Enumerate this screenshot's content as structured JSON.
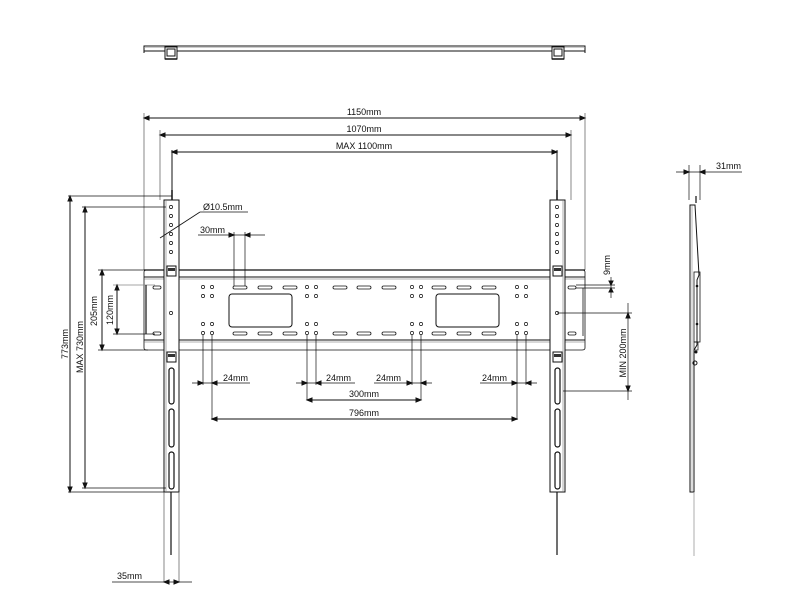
{
  "diagram": {
    "type": "technical-drawing",
    "subject": "TV wall mount bracket",
    "colors": {
      "line": "#111111",
      "light_line": "#9a9a9a",
      "background": "#ffffff"
    }
  },
  "views": {
    "top": {
      "label": "top-view"
    },
    "front": {
      "label": "front-view"
    },
    "side": {
      "label": "side-view"
    }
  },
  "dimensions": {
    "overall_width": "1150mm",
    "arm_spacing": "1070mm",
    "max_width": "MAX 1100mm",
    "hole_diameter": "Ø10.5mm",
    "slot_width": "30mm",
    "total_height": "773mm",
    "max_height": "MAX 730mm",
    "plate_height": "205mm",
    "vesa_vertical": "120mm",
    "gap_left": "24mm",
    "gap_center_left": "24mm",
    "gap_center_right": "24mm",
    "gap_right": "24mm",
    "center_span": "300mm",
    "outer_span": "796mm",
    "top_offset": "9mm",
    "min_height": "MIN 200mm",
    "arm_width": "35mm",
    "depth": "31mm"
  }
}
